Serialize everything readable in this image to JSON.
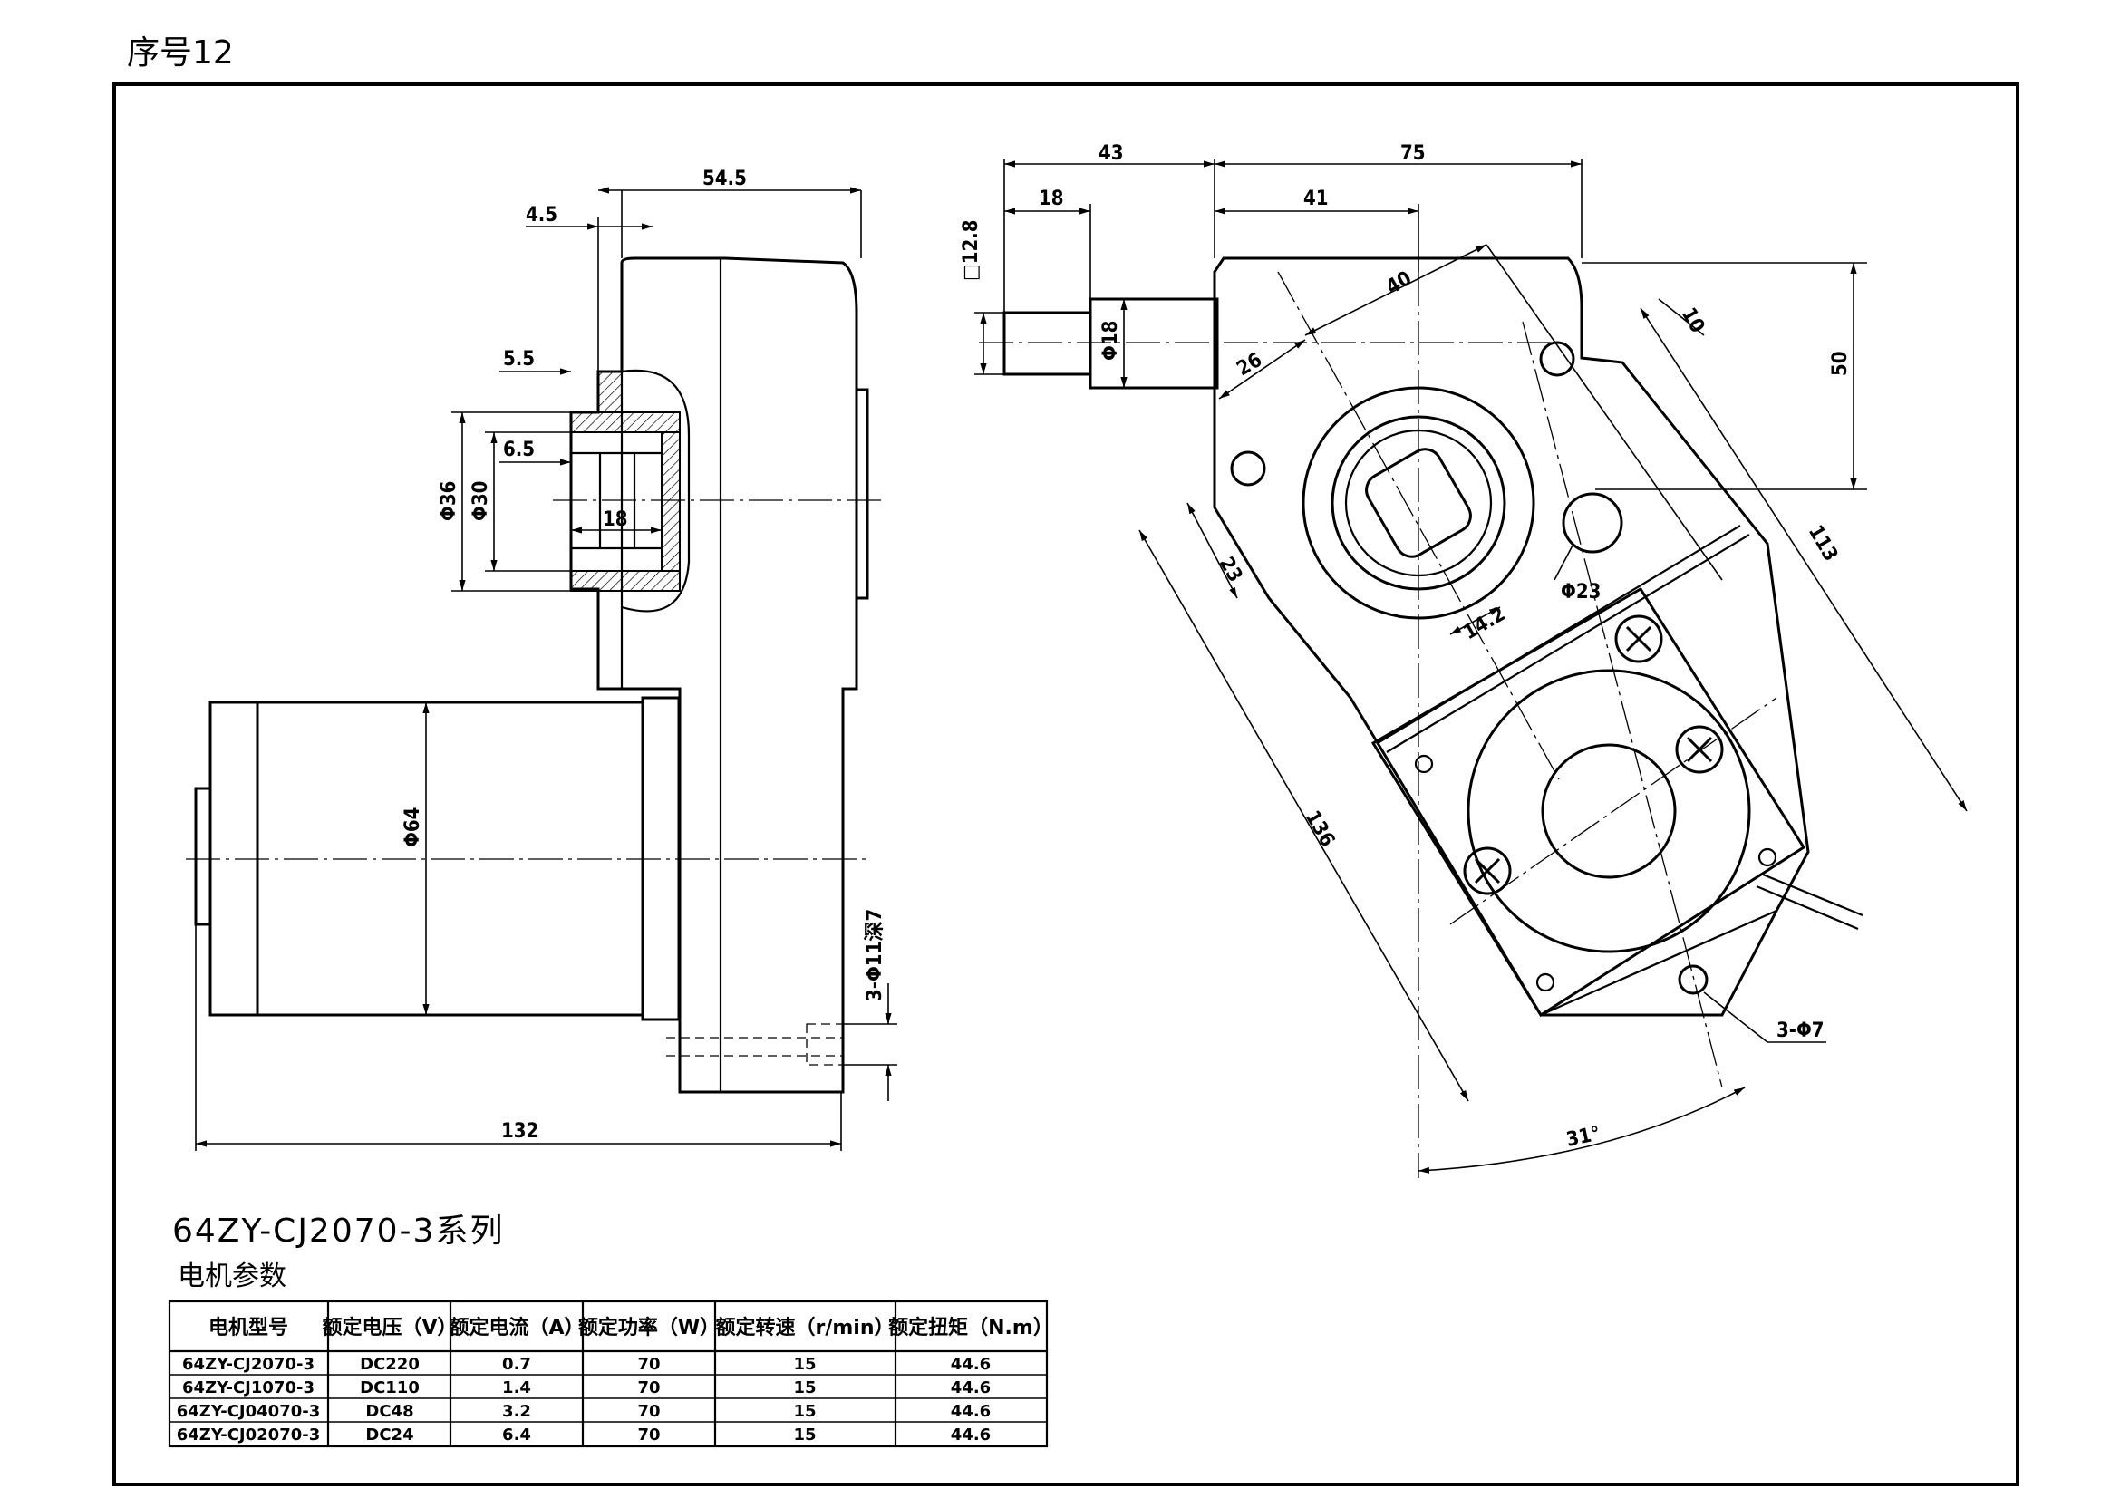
{
  "header": {
    "sequence_label": "序号12"
  },
  "series_title": "64ZY-CJ2070-3系列",
  "params_title": "电机参数",
  "table": {
    "headers": [
      "电机型号",
      "额定电压（V）",
      "额定电流（A）",
      "额定功率（W）",
      "额定转速（r/min）",
      "额定扭矩（N.m）"
    ],
    "rows": [
      [
        "64ZY-CJ2070-3",
        "DC220",
        "0.7",
        "70",
        "15",
        "44.6"
      ],
      [
        "64ZY-CJ1070-3",
        "DC110",
        "1.4",
        "70",
        "15",
        "44.6"
      ],
      [
        "64ZY-CJ04070-3",
        "DC48",
        "3.2",
        "70",
        "15",
        "44.6"
      ],
      [
        "64ZY-CJ02070-3",
        "DC24",
        "6.4",
        "70",
        "15",
        "44.6"
      ]
    ]
  },
  "side_view_dims": {
    "d_4_5": "4.5",
    "d_54_5": "54.5",
    "d_5_5": "5.5",
    "d_6_5": "6.5",
    "d_phi36": "Φ36",
    "d_phi30": "Φ30",
    "d_18": "18",
    "d_phi64": "Φ64",
    "d_holes": "3-Φ11深7",
    "d_132": "132"
  },
  "front_view_dims": {
    "d_43": "43",
    "d_75": "75",
    "d_18": "18",
    "d_41": "41",
    "d_sq12_8": "□12.8",
    "d_phi18": "Φ18",
    "d_40": "40",
    "d_10": "10",
    "d_26": "26",
    "d_50": "50",
    "d_113": "113",
    "d_23": "23",
    "d_phi23": "Φ23",
    "d_14_2": "14.2",
    "d_136": "136",
    "d_holes": "3-Φ7",
    "d_angle": "31°"
  }
}
